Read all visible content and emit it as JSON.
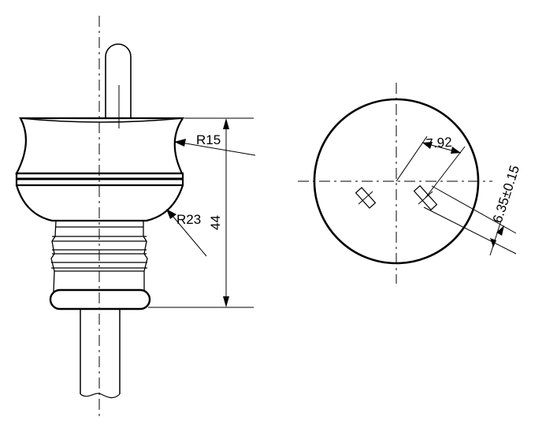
{
  "dimensions": {
    "radius_upper": "R15",
    "radius_lower": "R23",
    "overall_height": "44",
    "pin_spacing": "7.92",
    "pin_width": "6.35±0.15"
  },
  "colors": {
    "line": "#000000",
    "background": "#ffffff"
  }
}
